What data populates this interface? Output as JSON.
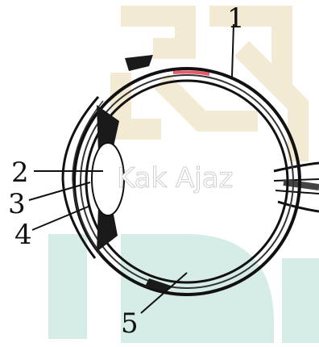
{
  "labels": {
    "l1": "1",
    "l2": "2",
    "l3": "3",
    "l4": "4",
    "l5": "5"
  },
  "watermark": {
    "text": "Kak Ajaz"
  },
  "colors": {
    "watermark_tan": "#f3ead3",
    "watermark_teal": "#d6ece6",
    "ink": "#111111",
    "retina_highlight": "#e65a6a"
  }
}
